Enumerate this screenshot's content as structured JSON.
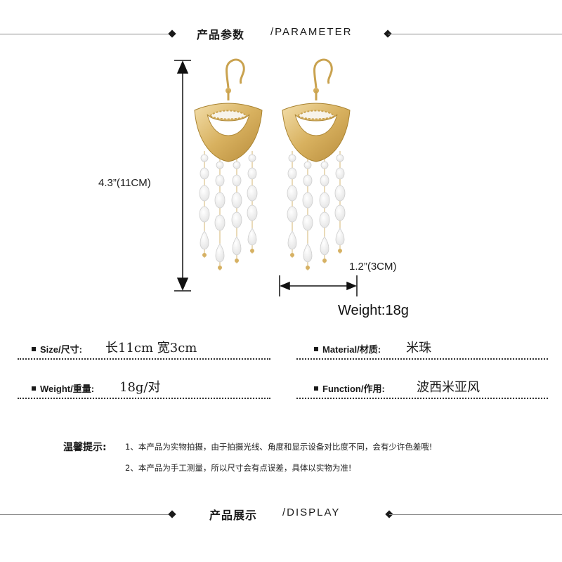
{
  "parameter_section": {
    "title": "产品参数",
    "subtitle": "/PARAMETER"
  },
  "display_section": {
    "title": "产品展示",
    "subtitle": "/DISPLAY"
  },
  "dimensions": {
    "height_label": "4.3”(11CM)",
    "width_label": "1.2”(3CM)",
    "weight_label": "Weight:18g"
  },
  "specs": {
    "size": {
      "label": "Size/尺寸:",
      "value": "长11cm 宽3cm"
    },
    "material": {
      "label": "Material/材质:",
      "value": "米珠"
    },
    "weight": {
      "label": "Weight/重量:",
      "value": "18g/对"
    },
    "function": {
      "label": "Function/作用:",
      "value": "波西米亚风"
    }
  },
  "notice": {
    "title": "温馨提示:",
    "line1": "1、本产品为实物拍摄，由于拍摄光线、角度和显示设备对比度不同，会有少许色差哦!",
    "line2": "2、本产品为手工测量，所以尺寸会有点误差，具体以实物为准!"
  },
  "colors": {
    "gold": "#d9b56a",
    "bead": "#fafafa",
    "text": "#1a1a1a"
  }
}
